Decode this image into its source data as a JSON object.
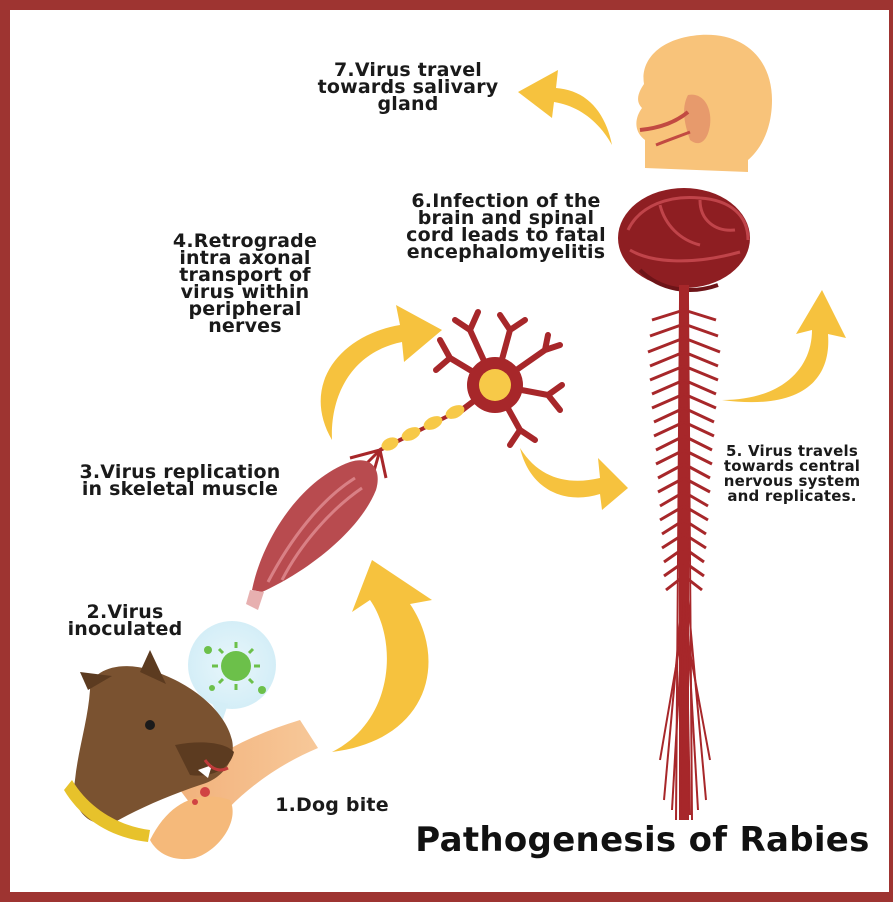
{
  "title": "Pathogenesis of Rabies",
  "steps": [
    {
      "id": 1,
      "text": "1.Dog bite"
    },
    {
      "id": 2,
      "text": "2.Virus\ninoculated"
    },
    {
      "id": 3,
      "text": "3.Virus replication\nin skeletal muscle"
    },
    {
      "id": 4,
      "text": "4.Retrograde\nintra axonal\ntransport of\nvirus within\nperipheral\nnerves"
    },
    {
      "id": 5,
      "text": "5. Virus travels\ntowards central\nnervous system\nand  replicates."
    },
    {
      "id": 6,
      "text": "6.Infection of the\nbrain and spinal\ncord leads to fatal\nencephalomyelitis"
    },
    {
      "id": 7,
      "text": "7.Virus travel\ntowards salivary\ngland"
    }
  ],
  "colors": {
    "border": "#9e3431",
    "arrow": "#f6c23e",
    "nerve": "#a7272a",
    "neuron_body": "#f7c948",
    "skin": "#f5b97a",
    "dog": "#7a5230",
    "collar": "#e7c22b",
    "virus": "#6cc04a"
  },
  "icons": [
    "dog-icon",
    "virus-bubble-icon",
    "muscle-icon",
    "neuron-icon",
    "brain-icon",
    "spinal-cord-icon",
    "head-icon",
    "curved-arrow-icon"
  ]
}
